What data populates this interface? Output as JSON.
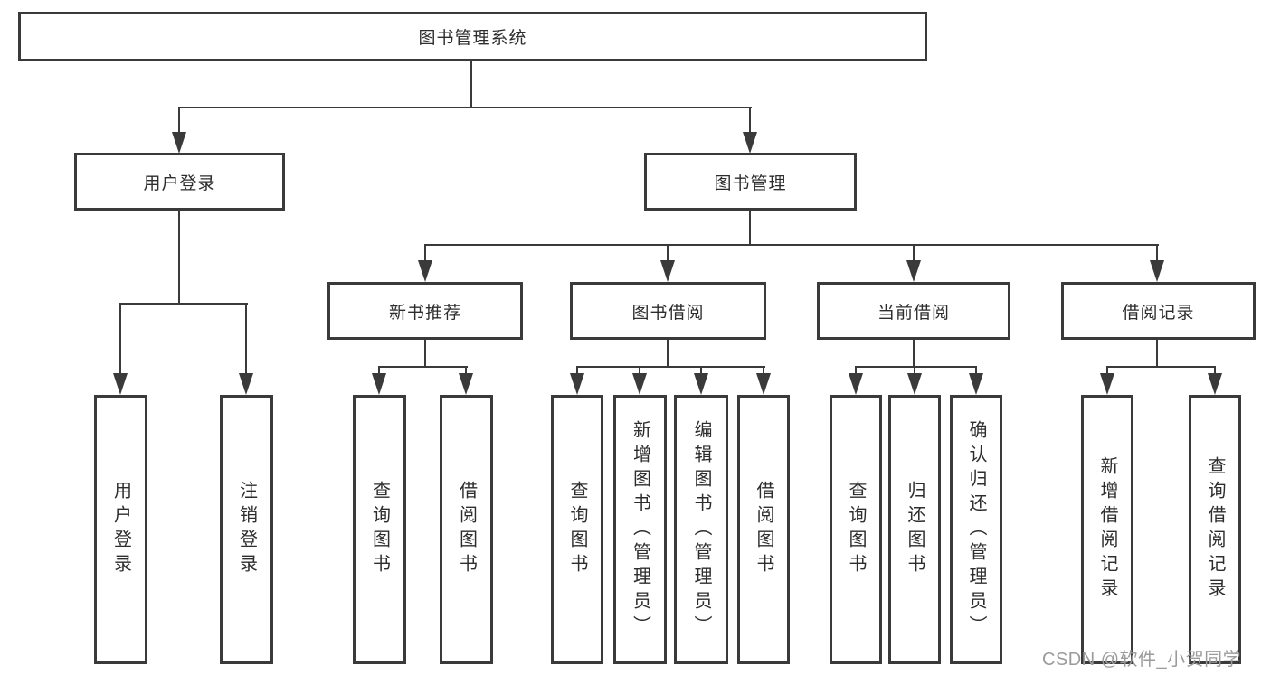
{
  "root": {
    "label": "图书管理系统"
  },
  "branches": {
    "user_login": {
      "label": "用户登录"
    },
    "book_mgmt": {
      "label": "图书管理"
    }
  },
  "sections": {
    "recommend": {
      "label": "新书推荐"
    },
    "borrow": {
      "label": "图书借阅"
    },
    "current": {
      "label": "当前借阅"
    },
    "records": {
      "label": "借阅记录"
    }
  },
  "leaves": {
    "user_login": [
      "用户登录",
      "注销登录"
    ],
    "recommend": [
      "查询图书",
      "借阅图书"
    ],
    "borrow": [
      "查询图书",
      "新增图书（管理员）",
      "编辑图书（管理员）",
      "借阅图书"
    ],
    "current": [
      "查询图书",
      "归还图书",
      "确认归还（管理员）"
    ],
    "records": [
      "新增借阅记录",
      "查询借阅记录"
    ]
  },
  "watermark": "CSDN @软件_小贺同学"
}
